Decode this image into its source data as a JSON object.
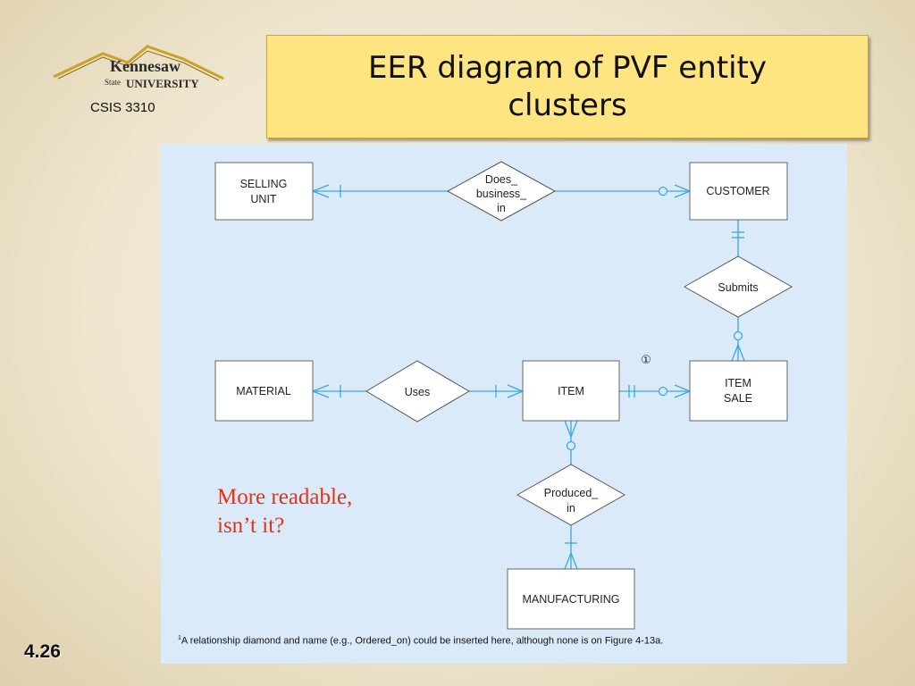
{
  "header": {
    "logo_text_1": "Kennesaw",
    "logo_text_2": "State",
    "logo_text_3": "UNIVERSITY",
    "course": "CSIS 3310",
    "title": "EER diagram of PVF entity clusters"
  },
  "diagram": {
    "entities": {
      "selling_unit": [
        "SELLING",
        "UNIT"
      ],
      "customer": "CUSTOMER",
      "material": "MATERIAL",
      "item": "ITEM",
      "item_sale": [
        "ITEM",
        "SALE"
      ],
      "manufacturing": "MANUFACTURING"
    },
    "relationships": {
      "does_business_in": [
        "Does_",
        "business_",
        "in"
      ],
      "submits": "Submits",
      "uses": "Uses",
      "produced_in": [
        "Produced_",
        "in"
      ]
    },
    "footnote_marker": "①",
    "footnote_sup": "1",
    "footnote": "A relationship diamond and name (e.g., Ordered_on) could be inserted here, although none is on Figure 4-13a."
  },
  "annotation": [
    "More readable,",
    "isn’t it?"
  ],
  "slide_number": "4.26",
  "colors": {
    "title_box": "#ffe581",
    "panel": "#dbeaf9",
    "connector": "#3aa7e0",
    "annotation": "#e63214"
  }
}
